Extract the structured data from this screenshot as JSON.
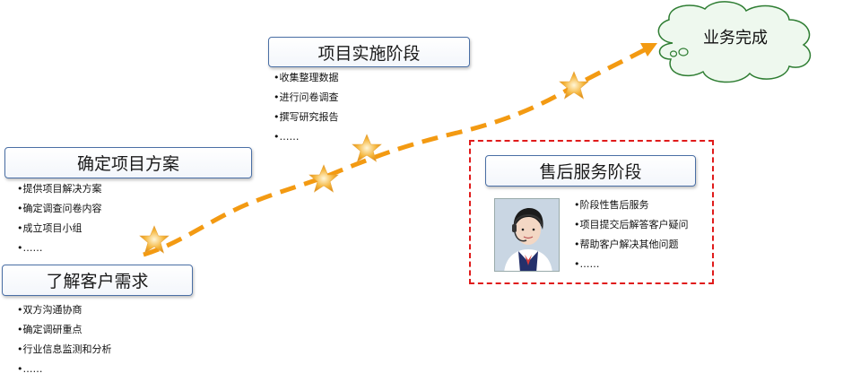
{
  "stages": {
    "understand": {
      "title": "了解客户需求",
      "items": [
        "双方沟通协商",
        "确定调研重点",
        "行业信息监测和分析",
        "……"
      ]
    },
    "plan": {
      "title": "确定项目方案",
      "items": [
        "提供项目解决方案",
        "确定调查问卷内容",
        "成立项目小组",
        "……"
      ]
    },
    "implement": {
      "title": "项目实施阶段",
      "items": [
        "收集整理数据",
        "进行问卷调查",
        "撰写研究报告",
        "……"
      ]
    },
    "aftersales": {
      "title": "售后服务阶段",
      "items": [
        "阶段性售后服务",
        "项目提交后解答客户疑问",
        "帮助客户解决其他问题",
        "……"
      ]
    }
  },
  "completion": {
    "label": "业务完成"
  },
  "colors": {
    "path": "#f39a12",
    "star": "#f5b53a",
    "frame": "#e01b1b",
    "box_border": "#4a6fa5"
  }
}
